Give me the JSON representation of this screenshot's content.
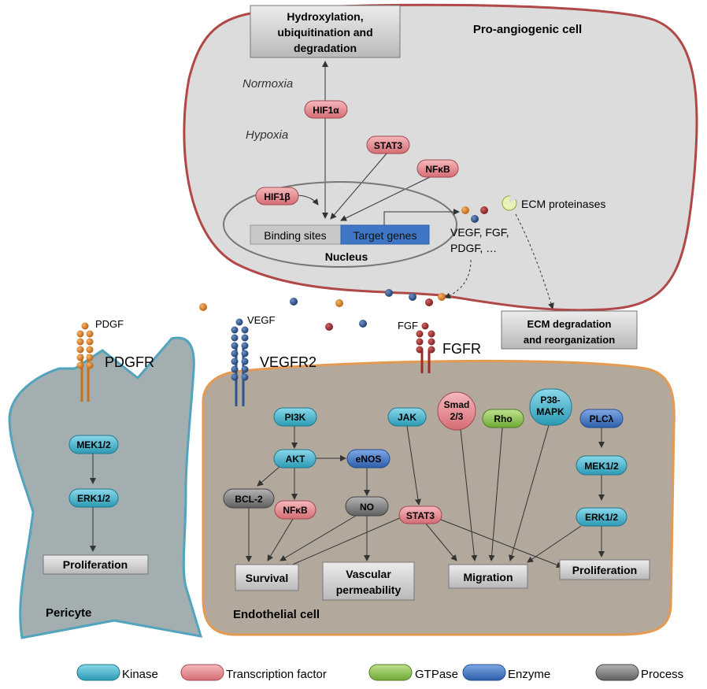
{
  "colors": {
    "kinase": "#42b3cc",
    "transcription_factor": "#e8888e",
    "gtpase": "#8cc24f",
    "enzyme": "#3f76c6",
    "process": "#7b7b7b",
    "proangiogenic_cell_fill": "#dcdcdc",
    "proangiogenic_cell_border": "#b04848",
    "endothelial_fill": "#b3a89c",
    "endothelial_border": "#e59a52",
    "pericyte_fill": "#a3aeb0",
    "pericyte_border": "#52a3bd",
    "pdgf_ligand": "#d97a20",
    "vegf_ligand": "#2c5590",
    "fgf_ligand": "#9c2b2b",
    "binding_sites": "#c8c8c8",
    "target_genes": "#3f76c6"
  },
  "proangiogenic": {
    "cell_label": "Pro-angiogenic cell",
    "degradation_box": [
      "Hydroxylation,",
      "ubiquitination and",
      "degradation"
    ],
    "normoxia": "Normoxia",
    "hypoxia": "Hypoxia",
    "hif1a": "HIF1α",
    "hif1b": "HIF1β",
    "stat3": "STAT3",
    "nfkb": "NFκB",
    "binding_sites": "Binding sites",
    "target_genes": "Target genes",
    "nucleus": "Nucleus",
    "factors_line1": "VEGF, FGF,",
    "factors_line2": "PDGF, …",
    "ecm_proteinases": "ECM proteinases",
    "ecm_box": [
      "ECM degradation",
      "and reorganization"
    ]
  },
  "receptors": {
    "pdgf": "PDGF",
    "pdgfr": "PDGFR",
    "vegf": "VEGF",
    "vegfr2": "VEGFR2",
    "fgf": "FGF",
    "fgfr": "FGFR"
  },
  "pericyte": {
    "label": "Pericyte",
    "mek": "MEK1/2",
    "erk": "ERK1/2",
    "proliferation": "Proliferation"
  },
  "endothelial": {
    "label": "Endothelial cell",
    "pi3k": "PI3K",
    "akt": "AKT",
    "enos": "eNOS",
    "bcl2": "BCL-2",
    "nfkb": "NFκB",
    "no": "NO",
    "jak": "JAK",
    "smad": [
      "Smad",
      "2/3"
    ],
    "rho": "Rho",
    "p38": [
      "P38-",
      "MAPK"
    ],
    "plc": "PLCλ",
    "mek": "MEK1/2",
    "erk": "ERK1/2",
    "stat3": "STAT3",
    "survival": "Survival",
    "vascular": [
      "Vascular",
      "permeability"
    ],
    "migration": "Migration",
    "proliferation": "Proliferation"
  },
  "legend": [
    {
      "label": "Kinase",
      "color": "#42b3cc"
    },
    {
      "label": "Transcription factor",
      "color": "#e8888e"
    },
    {
      "label": "GTPase",
      "color": "#8cc24f"
    },
    {
      "label": "Enzyme",
      "color": "#3f76c6"
    },
    {
      "label": "Process",
      "color": "#7b7b7b"
    }
  ]
}
